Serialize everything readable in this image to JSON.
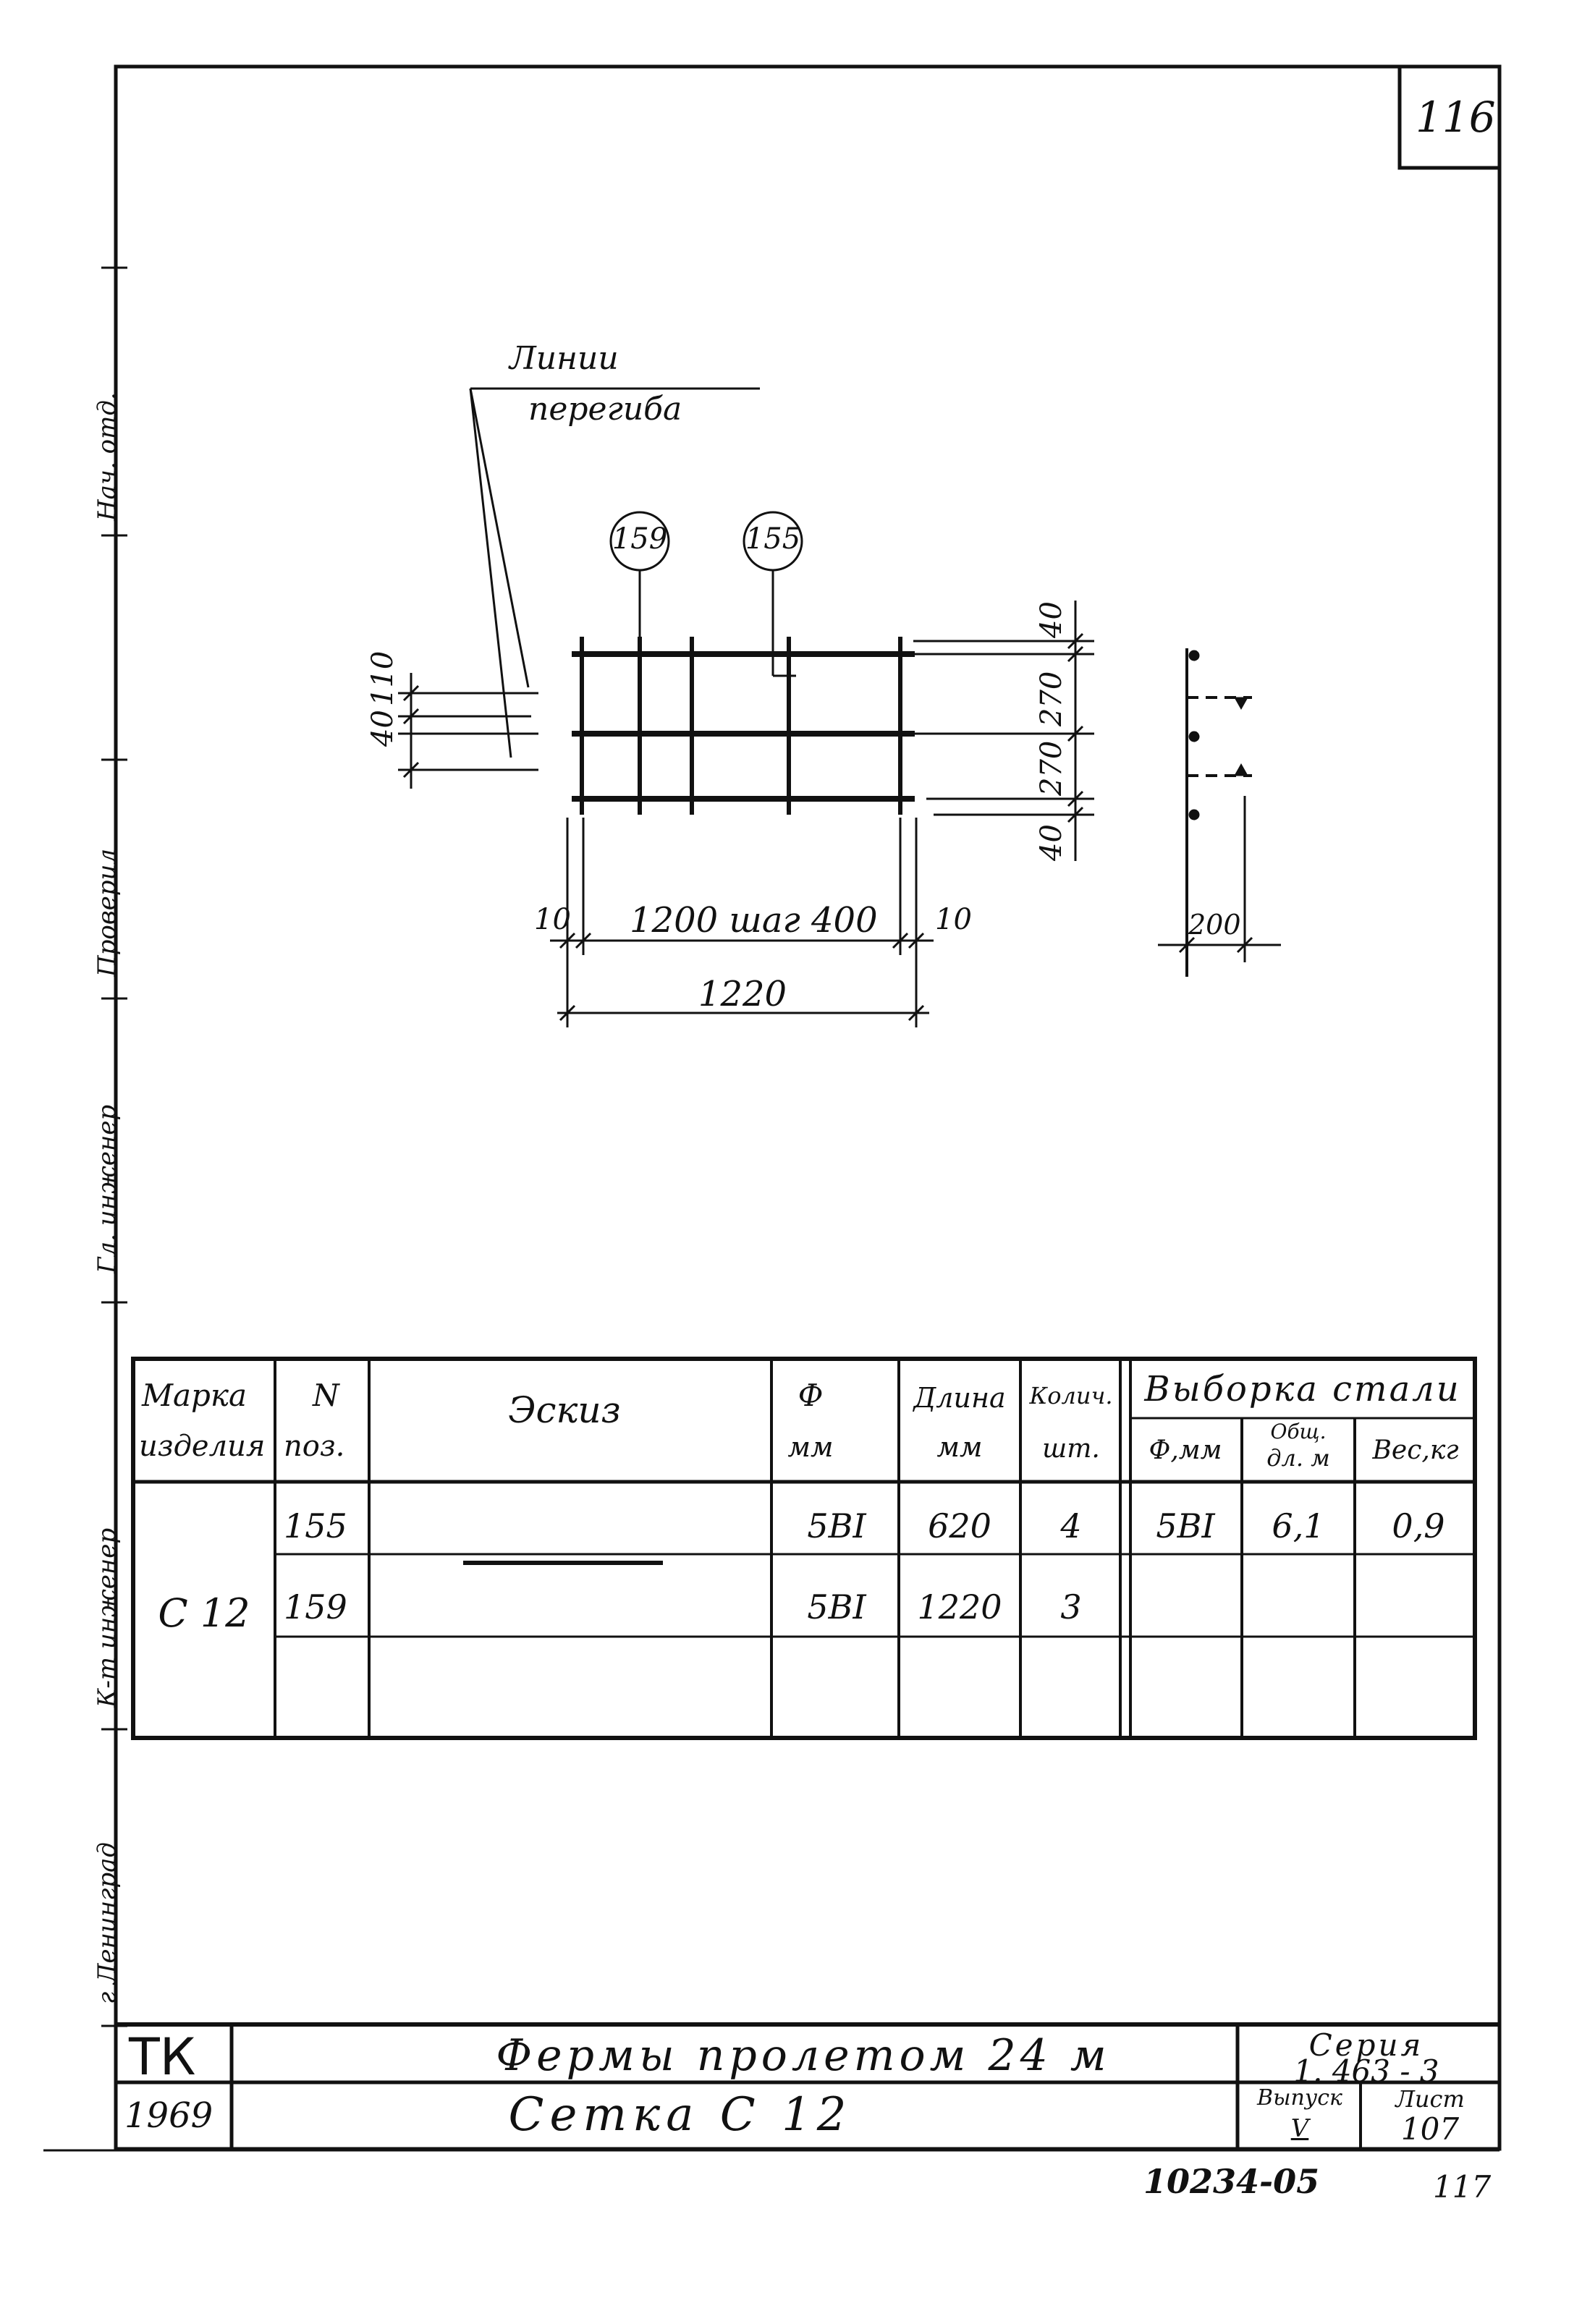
{
  "sheet_number": "116",
  "side_labels": {
    "org": "г Ленинград",
    "engineer": "К-т инженер",
    "lead_engineer": "Гл. инженер",
    "checked": "Проверил",
    "chief": "Нач. отд."
  },
  "drawing": {
    "callout_label_line1": "Линии",
    "callout_label_line2": "перегиба",
    "position_159": "159",
    "position_155": "155",
    "dim_left_40": "40",
    "dim_left_110": "110",
    "dim_right_top_40": "40",
    "dim_right_270_a": "270",
    "dim_right_270_b": "270",
    "dim_right_bottom_40": "40",
    "dim_end_left": "10",
    "dim_pitch": "1200 шаг 400",
    "dim_end_right": "10",
    "dim_total": "1220",
    "section_dim": "200"
  },
  "table": {
    "headers": {
      "mark": "Марка изделия",
      "mark_l1": "Марка",
      "mark_l2": "изделия",
      "pos": "N поз.",
      "pos_l1": "N",
      "pos_l2": "поз.",
      "sketch": "Эскиз",
      "dia_l1": "Ф",
      "dia_l2": "мм",
      "len_l1": "Длина",
      "len_l2": "мм",
      "qty_l1": "Колич.",
      "qty_l2": "шт.",
      "steel": "Выборка стали",
      "steel_dia": "Ф,мм",
      "steel_len_l1": "Общ.",
      "steel_len_l2": "дл. м",
      "steel_wt": "Вес,кг"
    },
    "product_mark": "С 12",
    "rows": [
      {
        "pos": "155",
        "dia": "5BI",
        "len": "620",
        "qty": "4",
        "s_dia": "5BI",
        "s_len": "6,1",
        "s_wt": "0,9"
      },
      {
        "pos": "159",
        "dia": "5BI",
        "len": "1220",
        "qty": "3",
        "s_dia": "",
        "s_len": "",
        "s_wt": ""
      },
      {
        "pos": "",
        "dia": "",
        "len": "",
        "qty": "",
        "s_dia": "",
        "s_len": "",
        "s_wt": ""
      }
    ]
  },
  "title_block": {
    "org": "ТК",
    "year": "1969",
    "title": "Фермы пролетом 24 м",
    "subtitle": "Сетка С 12",
    "series_label": "Серия",
    "series_value": "1. 463 - 3",
    "issue_label": "Выпуск",
    "issue_value": "V",
    "sheet_label": "Лист",
    "sheet_value": "107"
  },
  "footer": {
    "doc_code": "10234-05",
    "page": "117"
  }
}
